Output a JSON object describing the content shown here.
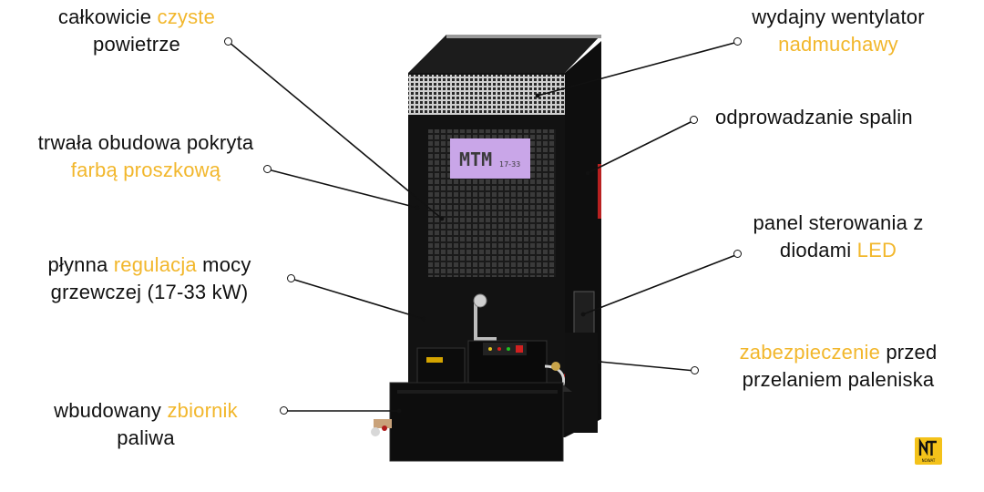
{
  "labels": {
    "clean_air": {
      "line1_a": "całkowicie ",
      "line1_b": "czyste",
      "line2": "powietrze"
    },
    "fan": {
      "line1": "wydajny wentylator",
      "line2": "nadmuchawy"
    },
    "exhaust": {
      "line1": "odprowadzanie spalin"
    },
    "housing": {
      "line1": "trwała obudowa pokryta",
      "line2": "farbą proszkową"
    },
    "control_panel": {
      "line1": "panel sterowania z",
      "line2_a": "diodami ",
      "line2_b": "LED"
    },
    "power_regulation": {
      "line1_a": "płynna ",
      "line1_b": "regulacja",
      "line1_c": " mocy",
      "line2": "grzewczej (17-33 kW)"
    },
    "overflow_protection": {
      "line1_a": "zabezpieczenie",
      "line1_b": " przed",
      "line2": "przelaniem paleniska"
    },
    "fuel_tank": {
      "line1_a": "wbudowany ",
      "line1_b": "zbiornik",
      "line2": "paliwa"
    }
  },
  "product": {
    "brand": "MTM",
    "model": "17-33"
  },
  "logo": {
    "text": "NOWAT"
  },
  "colors": {
    "accent": "#f2b72c",
    "product_label": "#c9a6e8",
    "body": "#141414"
  }
}
